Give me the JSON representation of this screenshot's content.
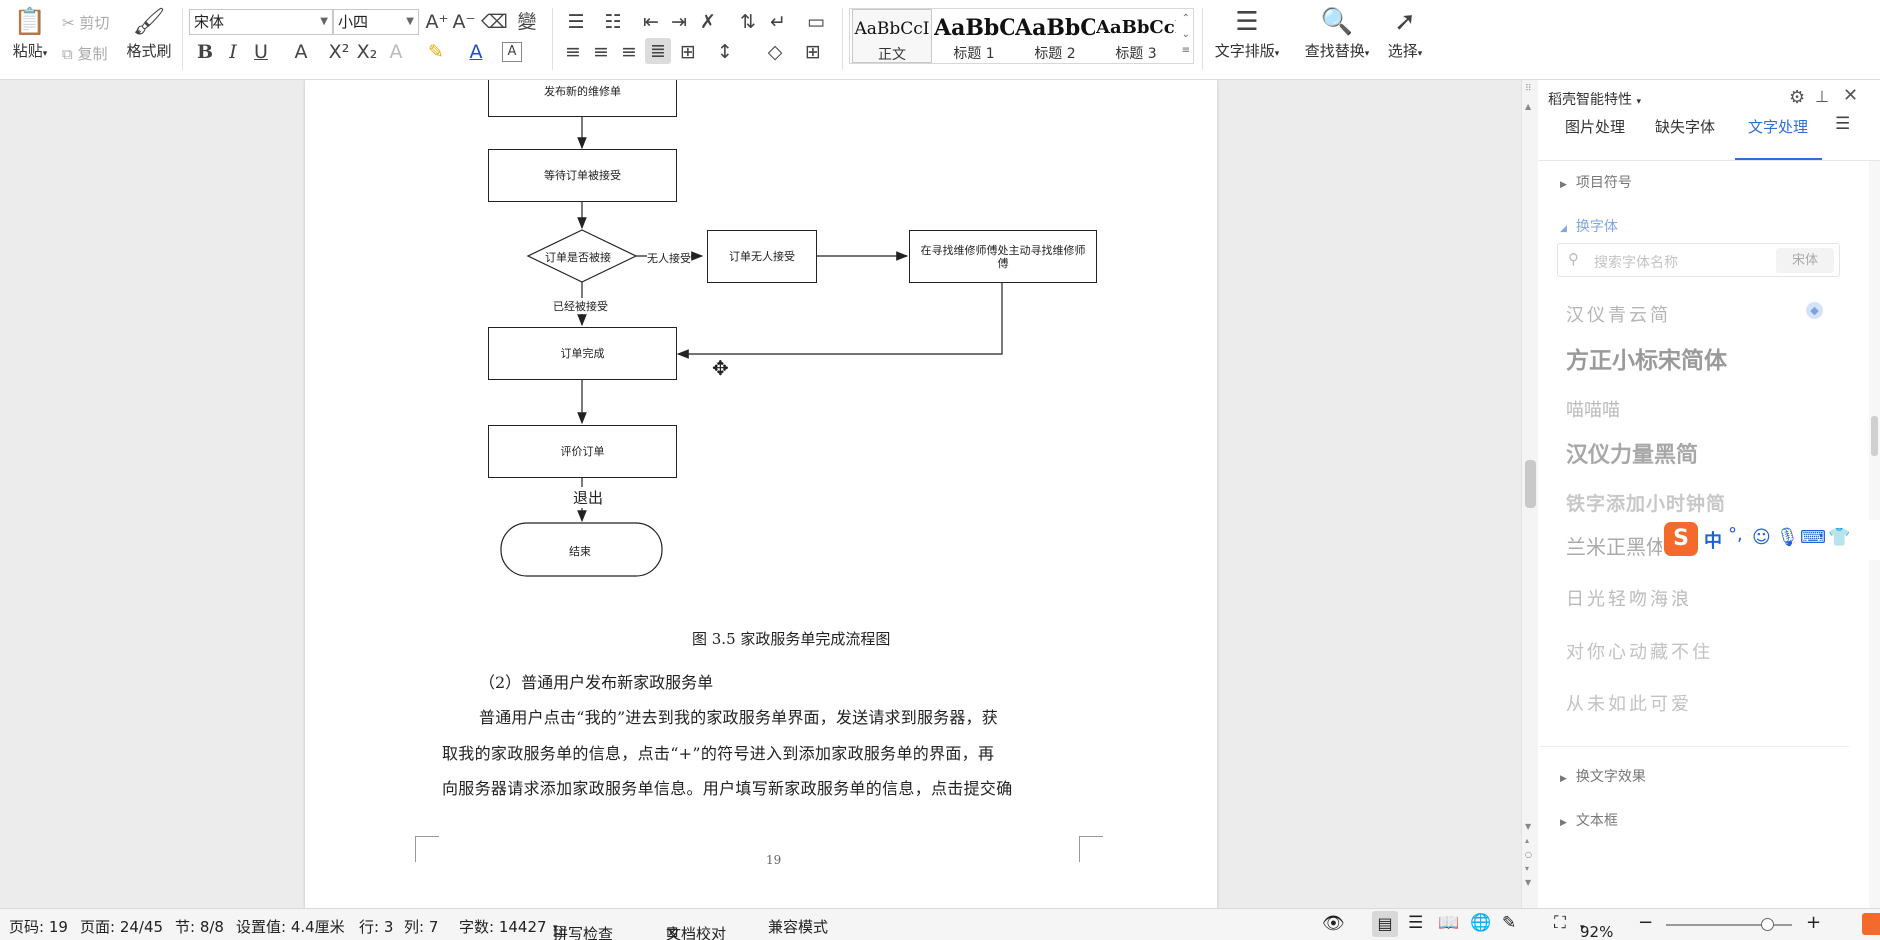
{
  "ribbon": {
    "paste": "粘贴",
    "cut": "剪切",
    "copy": "复制",
    "format_painter": "格式刷",
    "font_name": "宋体",
    "font_size": "小四",
    "styles": [
      {
        "preview": "AaBbCcI",
        "name": "正文"
      },
      {
        "preview": "AaBbC",
        "name": "标题 1"
      },
      {
        "preview": "AaBbC",
        "name": "标题 2"
      },
      {
        "preview": "AaBbCcI",
        "name": "标题 3"
      }
    ],
    "text_layout": "文字排版",
    "find_replace": "查找替换",
    "select": "选择"
  },
  "flowchart": {
    "node_publish": "发布新的维修单",
    "node_wait": "等待订单被接受",
    "node_decision": "订单是否被接",
    "node_no_accept": "订单无人接受",
    "node_search": "在寻找维修师傅处主动寻找维修师傅",
    "node_complete": "订单完成",
    "node_review": "评价订单",
    "node_end": "结束",
    "label_no_one": "无人接受",
    "label_accepted": "已经被接受",
    "label_exit": "退出"
  },
  "document": {
    "caption": "图 3.5 家政服务单完成流程图",
    "heading": "（2）普通用户发布新家政服务单",
    "para_line1": "普通用户点击“我的”进去到我的家政服务单界面，发送请求到服务器，获",
    "para_line2": "取我的家政服务单的信息，点击“+”的符号进入到添加家政服务单的界面，再",
    "para_line3": "向服务器请求添加家政服务单信息。用户填写新家政服务单的信息，点击提交确",
    "page_number": "19"
  },
  "panel": {
    "title": "稻壳智能特性",
    "tabs": [
      "图片处理",
      "缺失字体",
      "文字处理"
    ],
    "active_tab": "文字处理",
    "section_bullets": "项目符号",
    "section_fonts": "换字体",
    "search_placeholder": "搜索字体名称",
    "current_font": "宋体",
    "fonts": [
      "汉仪青云简",
      "方正小标宋简体",
      "喵喵喵",
      "汉仪力量黑简",
      "铁字添加小时钟简",
      "兰米正黑体",
      "日光轻吻海浪",
      "对你心动藏不住",
      "从未如此可爱"
    ],
    "section_effects": "换文字效果",
    "section_textbox": "文本框"
  },
  "ime": {
    "label": "中"
  },
  "status": {
    "page_code": "页码: 19",
    "pages": "页面: 24/45",
    "section": "节: 8/8",
    "setting": "设置值: 4.4厘米",
    "row": "行: 3",
    "col": "列: 7",
    "word_count": "字数: 14427",
    "spell_check": "拼写检查",
    "doc_proof": "文档校对",
    "compat": "兼容模式",
    "zoom": "92%",
    "zoom_level": 0.8
  }
}
